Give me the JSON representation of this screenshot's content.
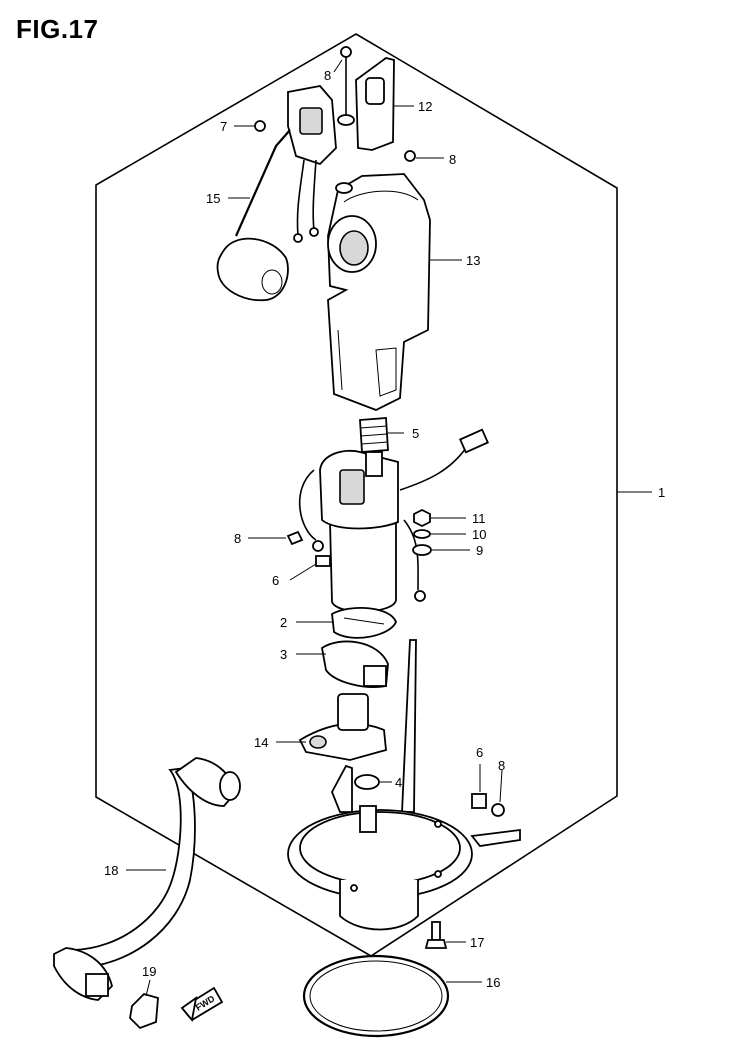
{
  "figure": {
    "title": "FIG.17"
  },
  "callouts": [
    {
      "id": "c1",
      "label": "1"
    },
    {
      "id": "c2",
      "label": "2"
    },
    {
      "id": "c3",
      "label": "3"
    },
    {
      "id": "c4",
      "label": "4"
    },
    {
      "id": "c5",
      "label": "5"
    },
    {
      "id": "c6a",
      "label": "6"
    },
    {
      "id": "c6b",
      "label": "6"
    },
    {
      "id": "c7",
      "label": "7"
    },
    {
      "id": "c8a",
      "label": "8"
    },
    {
      "id": "c8b",
      "label": "8"
    },
    {
      "id": "c8c",
      "label": "8"
    },
    {
      "id": "c8d",
      "label": "8"
    },
    {
      "id": "c9",
      "label": "9"
    },
    {
      "id": "c10",
      "label": "10"
    },
    {
      "id": "c11",
      "label": "11"
    },
    {
      "id": "c12",
      "label": "12"
    },
    {
      "id": "c13",
      "label": "13"
    },
    {
      "id": "c14",
      "label": "14"
    },
    {
      "id": "c15",
      "label": "15"
    },
    {
      "id": "c16",
      "label": "16"
    },
    {
      "id": "c17",
      "label": "17"
    },
    {
      "id": "c18",
      "label": "18"
    },
    {
      "id": "c19",
      "label": "19"
    }
  ],
  "direction_marker": {
    "label": "FWD"
  }
}
